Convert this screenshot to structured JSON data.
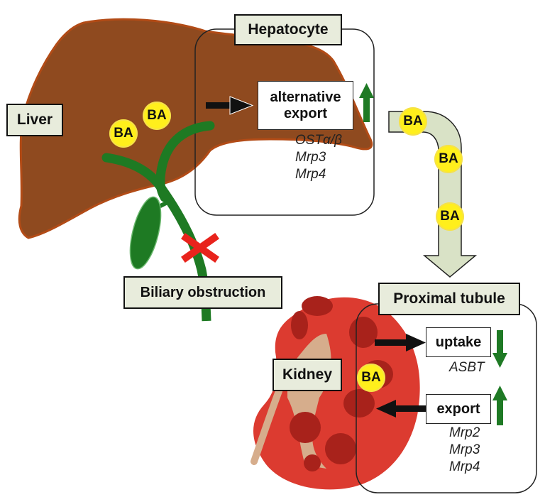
{
  "title": "Bile acid handling in biliary obstruction: hepatocyte alternative export and proximal tubule adaptation",
  "organs": {
    "liver": "Liver",
    "kidney": "Kidney"
  },
  "condition": "Biliary obstruction",
  "molecule_label": "BA",
  "hepatocyte": {
    "title": "Hepatocyte",
    "process": "alternative export",
    "process_line1": "alternative",
    "process_line2": "export",
    "regulation": "up",
    "transporters": [
      "OSTα/β",
      "Mrp3",
      "Mrp4"
    ]
  },
  "proximal_tubule": {
    "title": "Proximal tubule",
    "uptake": {
      "label": "uptake",
      "regulation": "down",
      "transporters": [
        "ASBT"
      ]
    },
    "export": {
      "label": "export",
      "regulation": "up",
      "transporters": [
        "Mrp2",
        "Mrp3",
        "Mrp4"
      ]
    }
  },
  "colors": {
    "liver": "#8f4a1f",
    "liver_outline": "#b24b16",
    "bile_duct": "#1e7a23",
    "kidney": "#dc3b30",
    "kidney_pyramid": "#a8221b",
    "renal_pelvis": "#d6ad8c",
    "ba_circle": "#ffef1c",
    "label_bg": "#e8ecdc",
    "flow_arrow": "#d9e2c6",
    "regulation_arrow": "#1f7a25",
    "obstruction_mark": "#e8231c"
  }
}
